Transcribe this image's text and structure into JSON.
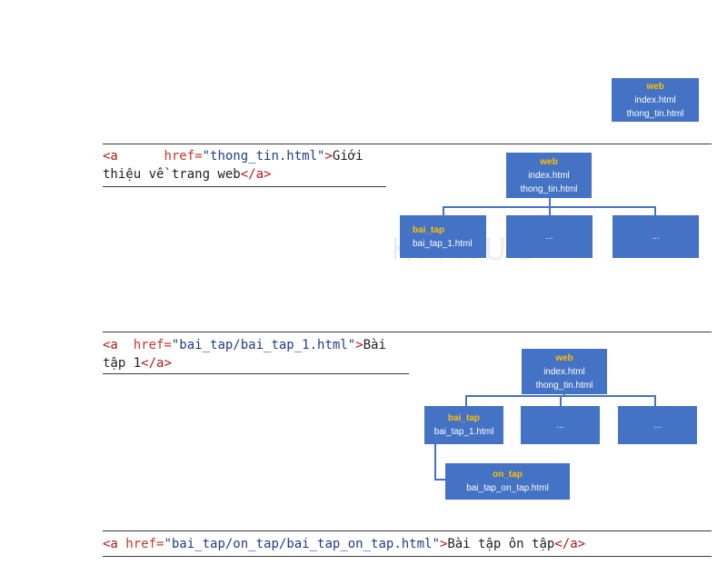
{
  "code_snippets": [
    {
      "tag_open": "<a",
      "attr": "href=",
      "value": "\"thong_tin.html\"",
      "text1": "Giới",
      "text2": "thiệu về trang web",
      "tag_close": "</a>"
    },
    {
      "tag_open": "<a",
      "attr": "href=",
      "value": "\"bai_tap/bai_tap_1.html\"",
      "text1": "Bài",
      "text2": "tập 1",
      "tag_close": "</a>"
    },
    {
      "tag_open": "<a",
      "attr": "href=",
      "value": "\"bai_tap/on_tap/bai_tap_on_tap.html\"",
      "text1": "Bài tập ôn tập",
      "tag_close": "</a>"
    }
  ],
  "tree_top": {
    "name": "web",
    "files": [
      "index.html",
      "thong_tin.html"
    ]
  },
  "tree_middle": {
    "root": {
      "name": "web",
      "files": [
        "index.html",
        "thong_tin.html"
      ]
    },
    "children": [
      {
        "name": "bai_tap",
        "files": [
          "bai_tap_1.html"
        ]
      },
      {
        "name": "",
        "files": [
          "..."
        ]
      },
      {
        "name": "",
        "files": [
          "..."
        ]
      }
    ]
  },
  "tree_bottom": {
    "root": {
      "name": "web",
      "files": [
        "index.html",
        "thong_tin.html"
      ]
    },
    "children": [
      {
        "name": "bai_tap",
        "files": [
          "bai_tap_1.html"
        ]
      },
      {
        "name": "",
        "files": [
          "..."
        ]
      },
      {
        "name": "",
        "files": [
          "..."
        ]
      }
    ],
    "grandchild": {
      "name": "on_tap",
      "files": [
        "bai_tap_on_tap.html"
      ]
    }
  },
  "colors": {
    "box": "#4472c4",
    "folder_name": "#ffc000",
    "tag": "#b01818",
    "string": "#1f3d8a"
  }
}
